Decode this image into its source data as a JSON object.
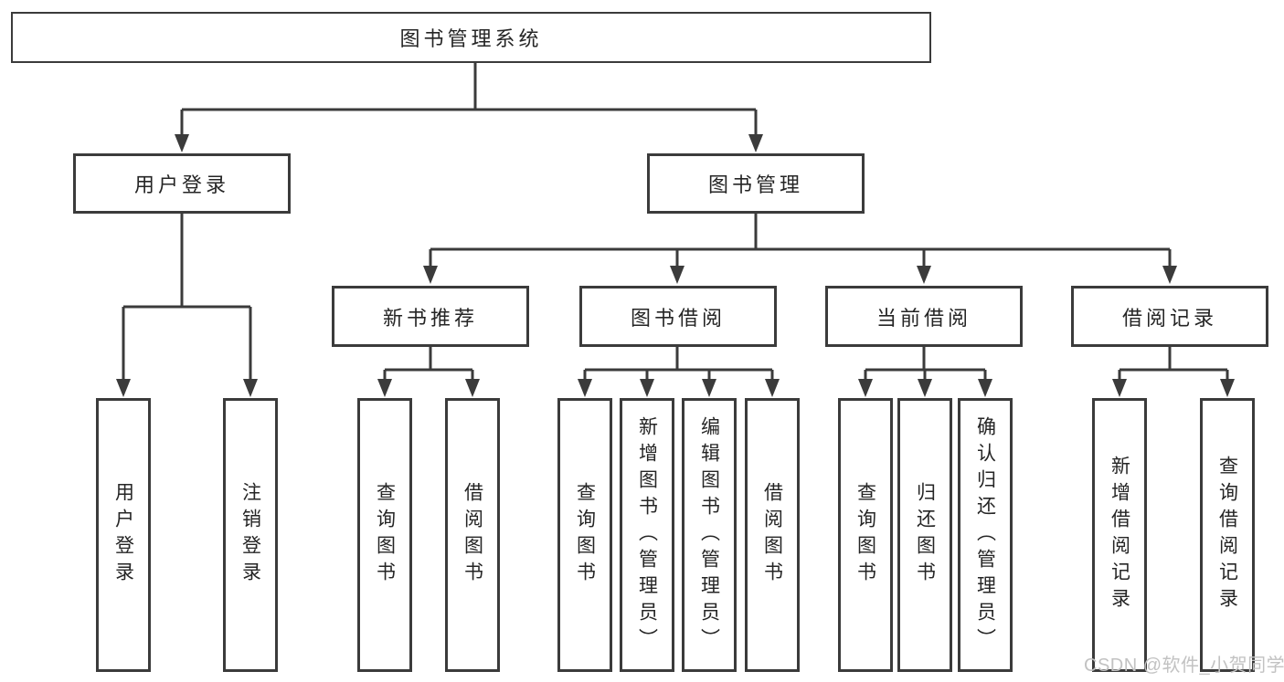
{
  "diagram": {
    "tree": {
      "label": "图书管理系统",
      "children": [
        {
          "label": "用户登录",
          "children": [
            {
              "label": "用户登录"
            },
            {
              "label": "注销登录"
            }
          ]
        },
        {
          "label": "图书管理",
          "children": [
            {
              "label": "新书推荐",
              "children": [
                {
                  "label": "查询图书"
                },
                {
                  "label": "借阅图书"
                }
              ]
            },
            {
              "label": "图书借阅",
              "children": [
                {
                  "label": "查询图书"
                },
                {
                  "label": "新增图书（管理员）"
                },
                {
                  "label": "编辑图书（管理员）"
                },
                {
                  "label": "借阅图书"
                }
              ]
            },
            {
              "label": "当前借阅",
              "children": [
                {
                  "label": "查询图书"
                },
                {
                  "label": "归还图书"
                },
                {
                  "label": "确认归还（管理员）"
                }
              ]
            },
            {
              "label": "借阅记录",
              "children": [
                {
                  "label": "新增借阅记录"
                },
                {
                  "label": "查询借阅记录"
                }
              ]
            }
          ]
        }
      ]
    }
  },
  "watermark": {
    "text": "CSDN @软件_小贺同学"
  },
  "colors": {
    "line": "#3b3b3b",
    "box_border": "#3b3b3b",
    "box_fill": "#ffffff",
    "text": "#252525",
    "watermark": "#c2c2c2",
    "background": "#ffffff"
  }
}
